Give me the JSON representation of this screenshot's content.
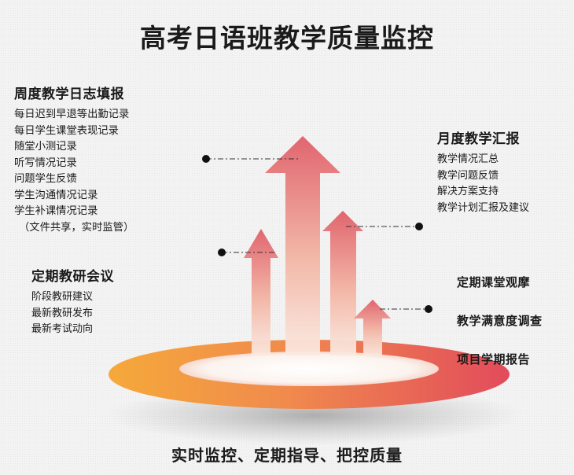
{
  "title": "高考日语班教学质量监控",
  "footer": "实时监控、定期指导、把控质量",
  "weekly": {
    "heading": "周度教学日志填报",
    "items": [
      "每日迟到早退等出勤记录",
      "每日学生课堂表现记录",
      "随堂小测记录",
      "听写情况记录",
      "问题学生反馈",
      "学生沟通情况记录",
      "学生补课情况记录"
    ],
    "note": "（文件共享，实时监管）"
  },
  "meeting": {
    "heading": "定期教研会议",
    "items": [
      "阶段教研建议",
      "最新教研发布",
      "最新考试动向"
    ]
  },
  "monthly": {
    "heading": "月度教学汇报",
    "items": [
      "教学情况汇总",
      "教学问题反馈",
      "解决方案支持",
      "教学计划汇报及建议"
    ]
  },
  "side_labels": {
    "observe": "定期课堂观摩",
    "survey": "教学满意度调查",
    "report": "项目学期报告"
  },
  "colors": {
    "arrow_top": "#e1656f",
    "ring_outer": "#f5a93a",
    "ring_inner": "#e24b5c"
  }
}
